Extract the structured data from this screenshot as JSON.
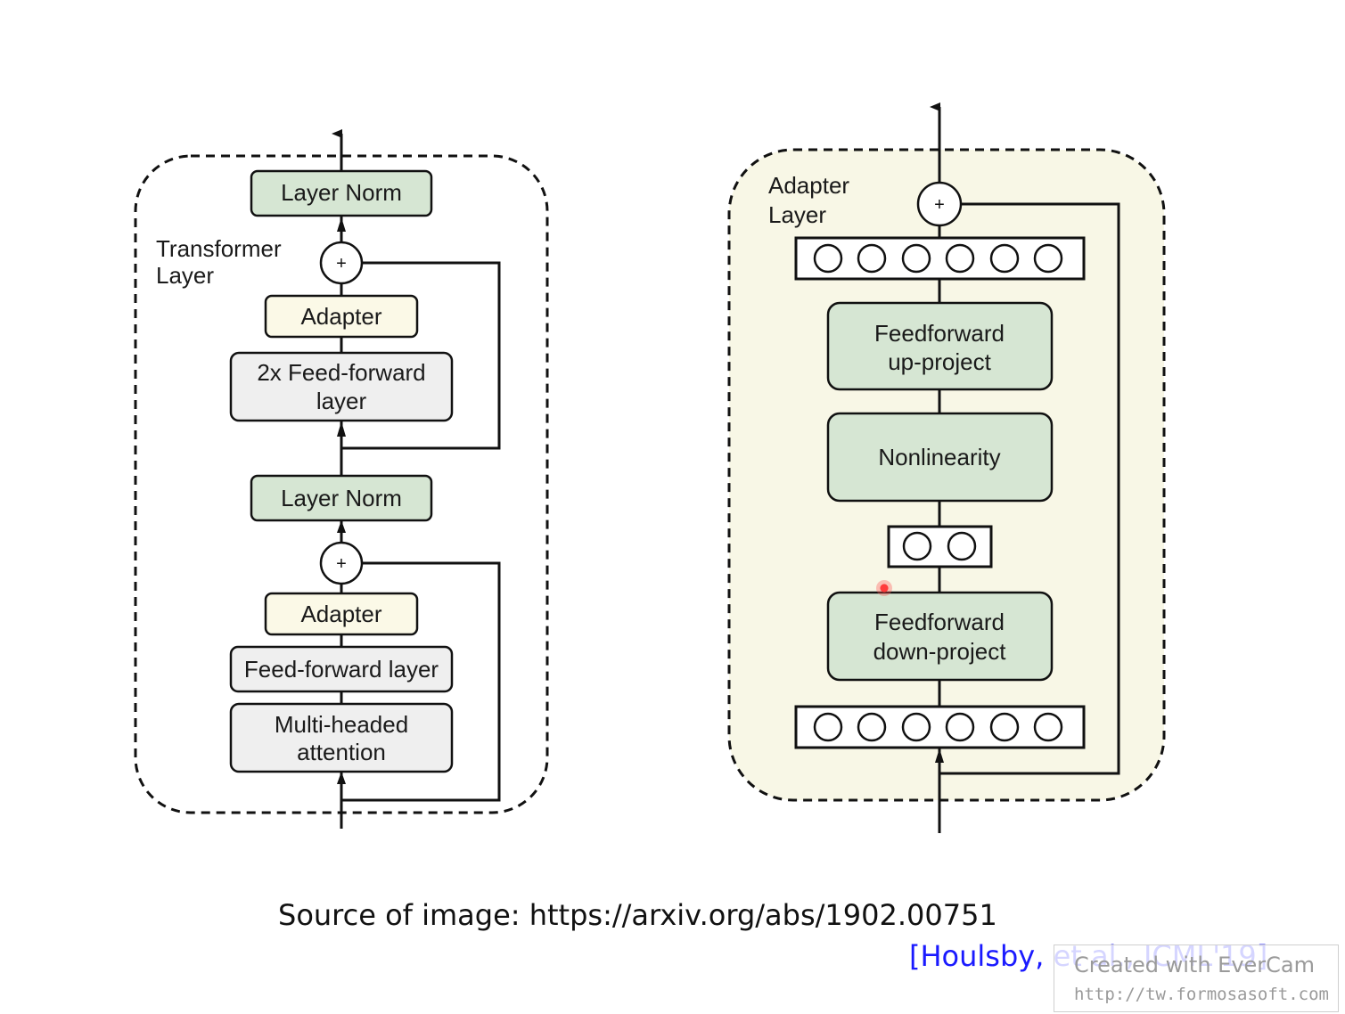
{
  "transformer": {
    "label_line1": "Transformer",
    "label_line2": "Layer",
    "layer_norm_top": "Layer Norm",
    "adapter_top": "Adapter",
    "ffn2x_line1": "2x Feed-forward",
    "ffn2x_line2": "layer",
    "layer_norm_bottom": "Layer Norm",
    "adapter_bottom": "Adapter",
    "ffn": "Feed-forward layer",
    "mha_line1": "Multi-headed",
    "mha_line2": "attention",
    "plus": "+"
  },
  "adapter": {
    "label_line1": "Adapter",
    "label_line2": "Layer",
    "up_line1": "Feedforward",
    "up_line2": "up-project",
    "nonlinearity": "Nonlinearity",
    "down_line1": "Feedforward",
    "down_line2": "down-project",
    "plus": "+"
  },
  "footer": {
    "source": "Source of image: https://arxiv.org/abs/1902.00751",
    "citation": "[Houlsby, et al., ICML'19]"
  },
  "watermark": {
    "line1": "Created with EverCam",
    "line2": "http://tw.formosasoft.com"
  },
  "colors": {
    "green_box": "#d6e6d3",
    "cream_box": "#fbf9e7",
    "gray_box": "#efefef",
    "adapter_bg": "#f8f7e6",
    "citation": "#1a1aff"
  }
}
